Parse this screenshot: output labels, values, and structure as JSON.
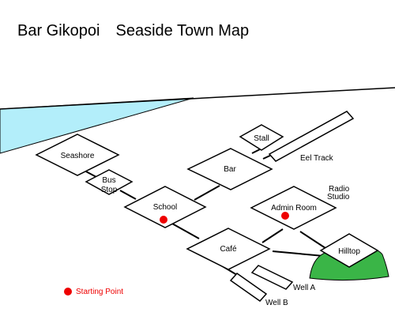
{
  "title": "Bar Gikopoi　Seaside Town Map",
  "colors": {
    "sea": "#b3eefa",
    "hill": "#3ab547",
    "marker": "#ee0000",
    "stroke": "#000000",
    "fill": "#ffffff"
  },
  "locations": {
    "seashore": "Seashore",
    "bus_stop_line1": "Bus",
    "bus_stop_line2": "Stop",
    "school": "School",
    "bar": "Bar",
    "stall": "Stall",
    "eel_track": "Eel Track",
    "radio_studio_line1": "Radio",
    "radio_studio_line2": "Studio",
    "admin_room": "Admin Room",
    "cafe": "Café",
    "hilltop": "Hilltop",
    "well_a": "Well A",
    "well_b": "Well B"
  },
  "legend": {
    "marker_icon": "red-dot",
    "label": "Starting Point"
  }
}
